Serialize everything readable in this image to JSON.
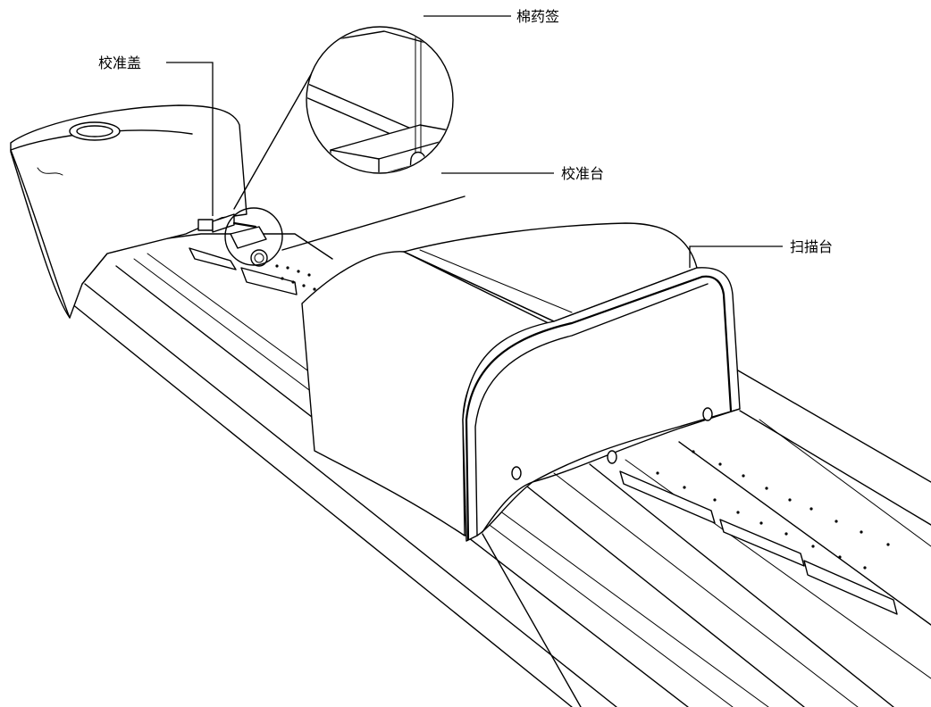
{
  "labels": {
    "calibration_cover": "校准盖",
    "cotton_swab": "棉药签",
    "calibration_stage": "校准台",
    "scan_stage": "扫描台"
  }
}
